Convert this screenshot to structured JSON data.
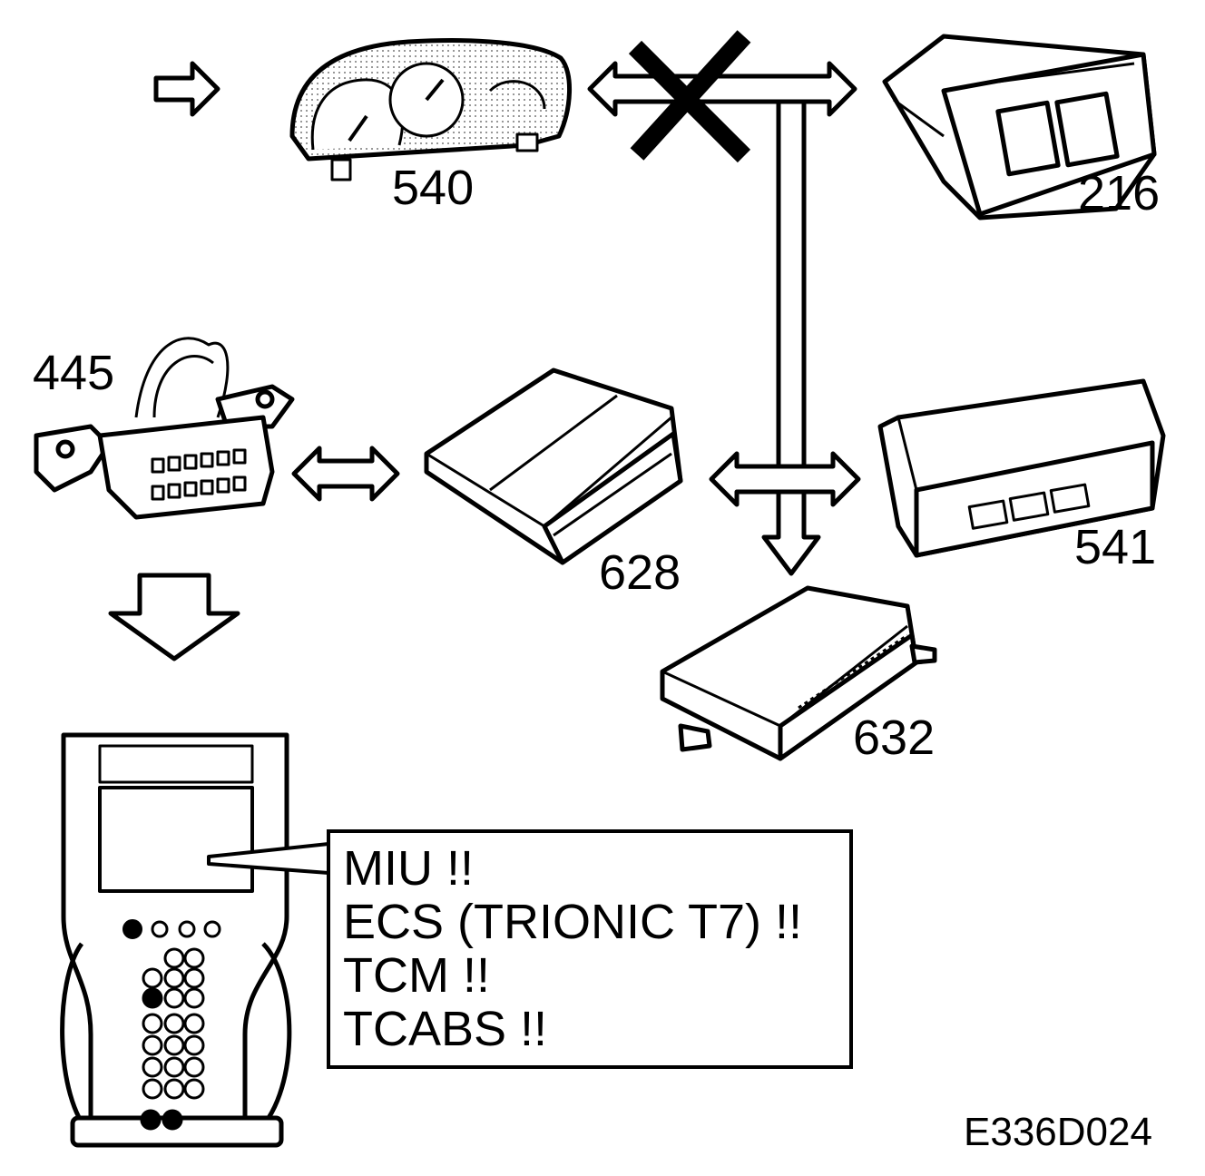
{
  "components": {
    "instrument_cluster": {
      "number": "540"
    },
    "climate_panel": {
      "number": "216"
    },
    "diagnostic_connector": {
      "number": "445"
    },
    "control_module_628": {
      "number": "628"
    },
    "display_unit_541": {
      "number": "541"
    },
    "control_module_632": {
      "number": "632"
    }
  },
  "message_box": {
    "lines": [
      "MIU !!",
      "ECS (TRIONIC T7) !!",
      "TCM !!",
      "TCABS !!"
    ]
  },
  "figure_id": "E336D024"
}
